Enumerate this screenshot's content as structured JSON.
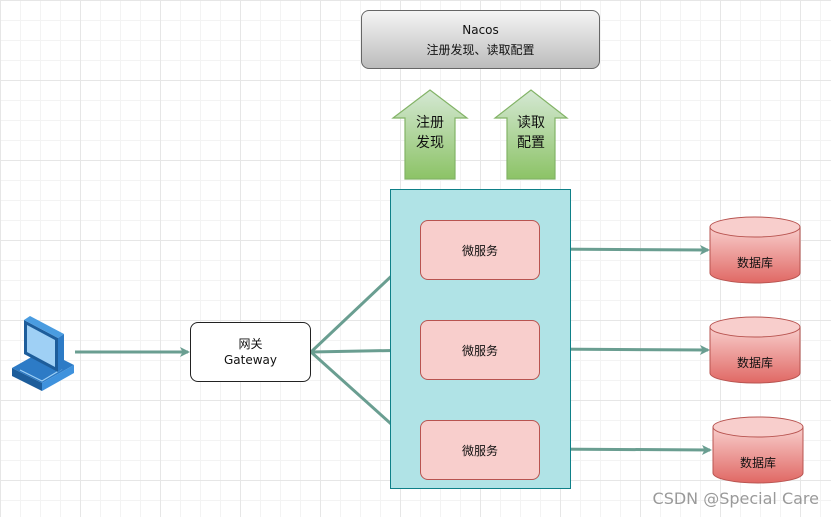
{
  "nacos": {
    "title": "Nacos",
    "subtitle": "注册发现、读取配置"
  },
  "arrows_up": [
    {
      "line1": "注册",
      "line2": "发现"
    },
    {
      "line1": "读取",
      "line2": "配置"
    }
  ],
  "gateway": {
    "line1": "网关",
    "line2": "Gateway"
  },
  "services": [
    {
      "label": "微服务"
    },
    {
      "label": "微服务"
    },
    {
      "label": "微服务"
    }
  ],
  "databases": [
    {
      "label": "数据库"
    },
    {
      "label": "数据库"
    },
    {
      "label": "数据库"
    }
  ],
  "watermark": "CSDN @Special Care",
  "icons": {
    "client": "computer-icon"
  },
  "colors": {
    "edge": "#6a9e91",
    "service_fill": "#f8cecc",
    "database_fill": "#f8cecc",
    "cluster_fill": "#b0e3e6",
    "up_arrow_fill": "#a6d27a"
  }
}
